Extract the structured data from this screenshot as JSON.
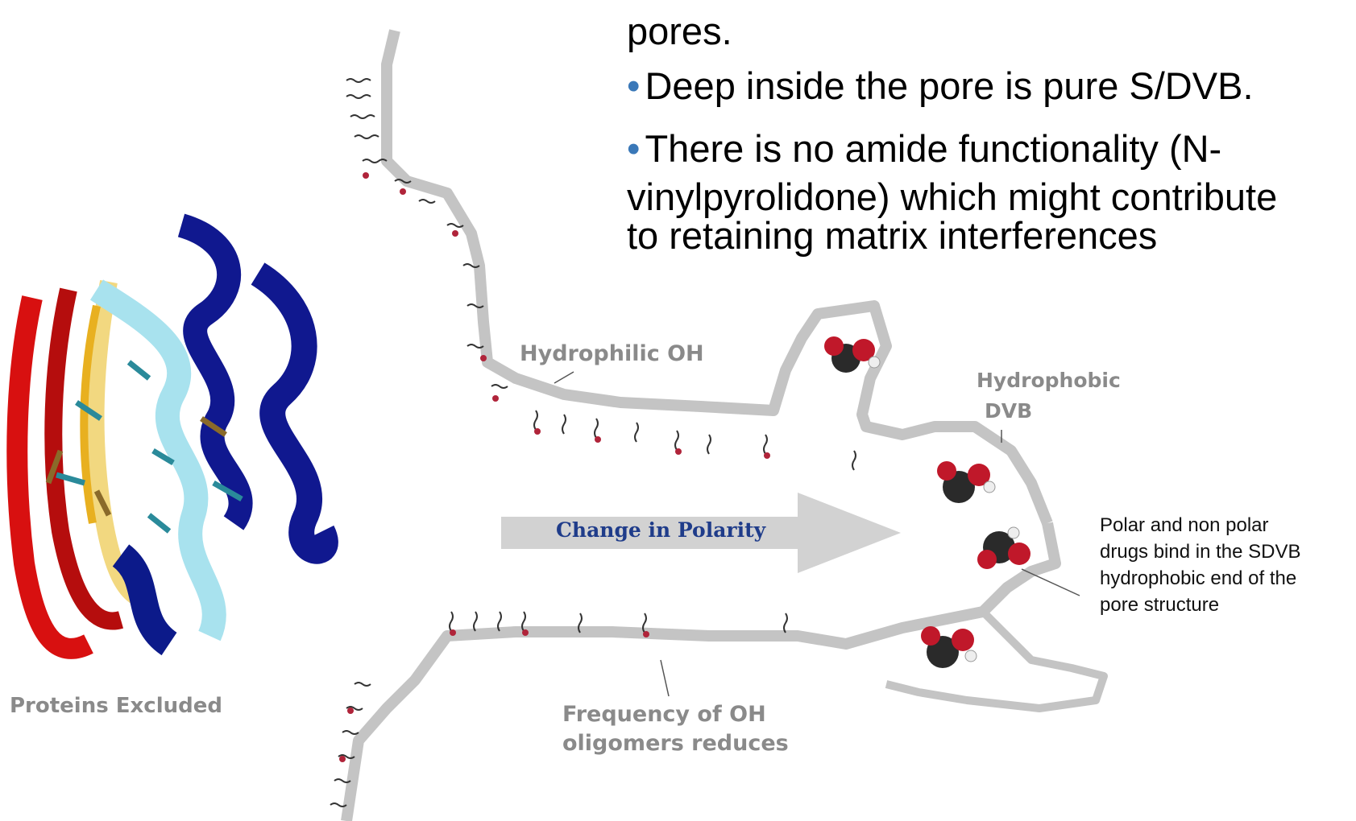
{
  "bullets": {
    "partial_line": "pores.",
    "item1": "Deep inside the pore is pure S/DVB.",
    "item2_line1": "There is no amide functionality (N-",
    "item2_line2": "vinylpyrolidone) which might contribute",
    "item2_line3": "to retaining matrix interferences"
  },
  "labels": {
    "hydrophilic": "Hydrophilic OH",
    "hydrophobic_line1": "Hydrophobic",
    "hydrophobic_line2": "DVB",
    "polarity": "Change in Polarity",
    "proteins": "Proteins Excluded",
    "frequency_line1": "Frequency of OH",
    "frequency_line2": "oligomers reduces"
  },
  "note": {
    "line1": "Polar and non polar",
    "line2": "drugs bind in the SDVB",
    "line3": "hydrophobic end of the",
    "line4": "pore structure"
  },
  "colors": {
    "pore_wall": "#c4c4c4",
    "ligand_dark": "#2a2a2a",
    "ligand_red": "#c0182a",
    "helix_blue": "#10188f",
    "helix_light": "#a8e2ee",
    "sheet_red": "#d81010",
    "sheet_yellow": "#f2d880",
    "arrow_grey": "#d2d2d2",
    "arrow_text": "#1f3c8a",
    "bullet_blue": "#3a78b8"
  }
}
